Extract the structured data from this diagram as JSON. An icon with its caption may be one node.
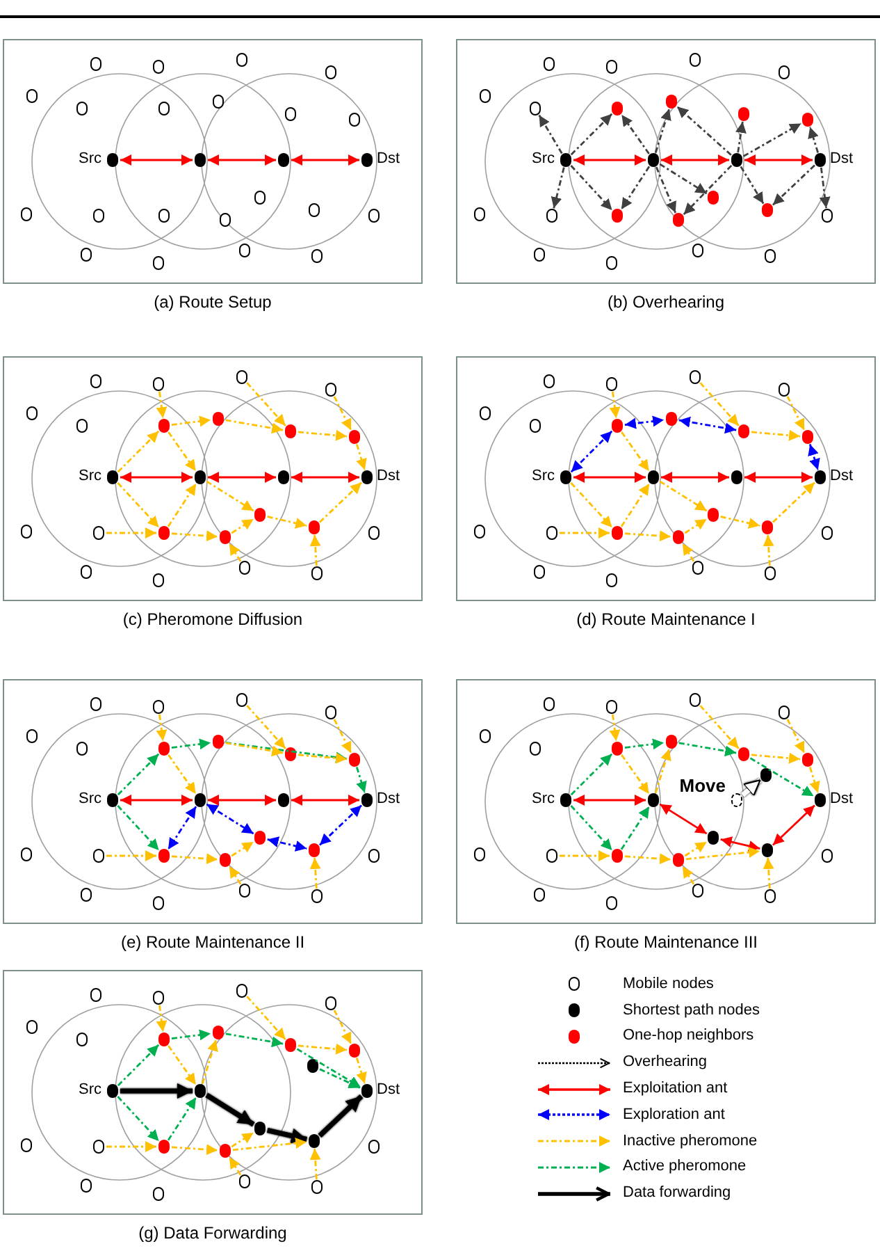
{
  "diagram": {
    "nodes": [
      {
        "text": [],
        "shape": "box",
        "beside": [
          "(a) Route Setup"
        ]
      },
      {
        "text": [],
        "shape": "circle",
        "in": 0,
        "beside": [
          "Src"
        ]
      },
      {
        "text": [],
        "shape": "circle",
        "in": 0
      },
      {
        "text": [],
        "shape": "circle",
        "in": 0
      },
      {
        "text": [],
        "shape": "circle",
        "in": 0,
        "beside": [
          "Dst"
        ]
      },
      {
        "text": [],
        "shape": "circle",
        "in": 0
      },
      {
        "text": [],
        "shape": "circle",
        "in": 0
      },
      {
        "text": [],
        "shape": "circle",
        "in": 0
      },
      {
        "text": [],
        "shape": "circle",
        "in": 0
      },
      {
        "text": [],
        "shape": "circle",
        "in": 0
      },
      {
        "text": [],
        "shape": "circle",
        "in": 0
      },
      {
        "text": [],
        "shape": "circle",
        "in": 0
      },
      {
        "text": [],
        "shape": "circle",
        "in": 0
      },
      {
        "text": [],
        "shape": "circle",
        "in": 0
      },
      {
        "text": [],
        "shape": "circle",
        "in": 0
      },
      {
        "text": [],
        "shape": "circle",
        "in": 0
      },
      {
        "text": [],
        "shape": "circle",
        "in": 0
      },
      {
        "text": [],
        "shape": "circle",
        "in": 0
      },
      {
        "text": [],
        "shape": "circle",
        "in": 0
      },
      {
        "text": [],
        "shape": "circle",
        "in": 0
      },
      {
        "text": [],
        "shape": "circle",
        "in": 0
      },
      {
        "text": [],
        "shape": "circle",
        "in": 0
      },
      {
        "text": [],
        "shape": "circle",
        "in": 0
      },
      {
        "text": [],
        "shape": "circle",
        "in": 0
      },
      {
        "text": [],
        "shape": "circle",
        "in": 0
      },
      {
        "text": [],
        "shape": "circle",
        "in": 0
      },
      {
        "text": [],
        "shape": "box",
        "beside": [
          "(b) Overhearing"
        ]
      },
      {
        "text": [],
        "shape": "circle",
        "in": 26,
        "beside": [
          "Src"
        ]
      },
      {
        "text": [],
        "shape": "circle",
        "in": 26
      },
      {
        "text": [],
        "shape": "circle",
        "in": 26
      },
      {
        "text": [],
        "shape": "circle",
        "in": 26,
        "beside": [
          "Dst"
        ]
      },
      {
        "text": [],
        "shape": "circle",
        "in": 26
      },
      {
        "text": [],
        "shape": "circle",
        "in": 26
      },
      {
        "text": [],
        "shape": "circle",
        "in": 26
      },
      {
        "text": [],
        "shape": "circle",
        "in": 26
      },
      {
        "text": [],
        "shape": "circle",
        "in": 26
      },
      {
        "text": [],
        "shape": "circle",
        "in": 26
      },
      {
        "text": [],
        "shape": "circle",
        "in": 26
      },
      {
        "text": [],
        "shape": "circle",
        "in": 26
      },
      {
        "text": [],
        "shape": "circle",
        "in": 26
      },
      {
        "text": [],
        "shape": "circle",
        "in": 26
      },
      {
        "text": [],
        "shape": "circle",
        "in": 26
      },
      {
        "text": [],
        "shape": "circle",
        "in": 26
      },
      {
        "text": [],
        "shape": "circle",
        "in": 26
      },
      {
        "text": [],
        "shape": "circle",
        "in": 26
      },
      {
        "text": [],
        "shape": "circle",
        "in": 26
      },
      {
        "text": [],
        "shape": "circle",
        "in": 26
      },
      {
        "text": [],
        "shape": "circle",
        "in": 26
      },
      {
        "text": [],
        "shape": "circle",
        "in": 26
      },
      {
        "text": [],
        "shape": "circle",
        "in": 26
      },
      {
        "text": [],
        "shape": "circle",
        "in": 26
      },
      {
        "text": [],
        "shape": "circle",
        "in": 26
      },
      {
        "text": [],
        "shape": "box",
        "beside": [
          "(c) Pheromone Diffusion"
        ]
      },
      {
        "text": [],
        "shape": "circle",
        "in": 52,
        "beside": [
          "Src"
        ]
      },
      {
        "text": [],
        "shape": "circle",
        "in": 52
      },
      {
        "text": [],
        "shape": "circle",
        "in": 52
      },
      {
        "text": [],
        "shape": "circle",
        "in": 52,
        "beside": [
          "Dst"
        ]
      },
      {
        "text": [],
        "shape": "circle",
        "in": 52
      },
      {
        "text": [],
        "shape": "circle",
        "in": 52
      },
      {
        "text": [],
        "shape": "circle",
        "in": 52
      },
      {
        "text": [],
        "shape": "circle",
        "in": 52
      },
      {
        "text": [],
        "shape": "circle",
        "in": 52
      },
      {
        "text": [],
        "shape": "circle",
        "in": 52
      },
      {
        "text": [],
        "shape": "circle",
        "in": 52
      },
      {
        "text": [],
        "shape": "circle",
        "in": 52
      },
      {
        "text": [],
        "shape": "circle",
        "in": 52
      },
      {
        "text": [],
        "shape": "circle",
        "in": 52
      },
      {
        "text": [],
        "shape": "circle",
        "in": 52
      },
      {
        "text": [],
        "shape": "circle",
        "in": 52
      },
      {
        "text": [],
        "shape": "circle",
        "in": 52
      },
      {
        "text": [],
        "shape": "circle",
        "in": 52
      },
      {
        "text": [],
        "shape": "circle",
        "in": 52
      },
      {
        "text": [],
        "shape": "circle",
        "in": 52
      },
      {
        "text": [],
        "shape": "circle",
        "in": 52
      },
      {
        "text": [],
        "shape": "circle",
        "in": 52
      },
      {
        "text": [],
        "shape": "circle",
        "in": 52
      },
      {
        "text": [],
        "shape": "circle",
        "in": 52
      },
      {
        "text": [],
        "shape": "circle",
        "in": 52
      },
      {
        "text": [],
        "shape": "box",
        "beside": [
          "(d) Route Maintenance I"
        ]
      },
      {
        "text": [],
        "shape": "circle",
        "in": 78,
        "beside": [
          "Src"
        ]
      },
      {
        "text": [],
        "shape": "circle",
        "in": 78
      },
      {
        "text": [],
        "shape": "circle",
        "in": 78
      },
      {
        "text": [],
        "shape": "circle",
        "in": 78,
        "beside": [
          "Dst"
        ]
      },
      {
        "text": [],
        "shape": "circle",
        "in": 78
      },
      {
        "text": [],
        "shape": "circle",
        "in": 78
      },
      {
        "text": [],
        "shape": "circle",
        "in": 78
      },
      {
        "text": [],
        "shape": "circle",
        "in": 78
      },
      {
        "text": [],
        "shape": "circle",
        "in": 78
      },
      {
        "text": [],
        "shape": "circle",
        "in": 78
      },
      {
        "text": [],
        "shape": "circle",
        "in": 78
      },
      {
        "text": [],
        "shape": "circle",
        "in": 78
      },
      {
        "text": [],
        "shape": "circle",
        "in": 78
      },
      {
        "text": [],
        "shape": "circle",
        "in": 78
      },
      {
        "text": [],
        "shape": "circle",
        "in": 78
      },
      {
        "text": [],
        "shape": "circle",
        "in": 78
      },
      {
        "text": [],
        "shape": "circle",
        "in": 78
      },
      {
        "text": [],
        "shape": "circle",
        "in": 78
      },
      {
        "text": [],
        "shape": "circle",
        "in": 78
      },
      {
        "text": [],
        "shape": "circle",
        "in": 78
      },
      {
        "text": [],
        "shape": "circle",
        "in": 78
      },
      {
        "text": [],
        "shape": "circle",
        "in": 78
      },
      {
        "text": [],
        "shape": "circle",
        "in": 78
      },
      {
        "text": [],
        "shape": "circle",
        "in": 78
      },
      {
        "text": [],
        "shape": "circle",
        "in": 78
      },
      {
        "text": [],
        "shape": "box",
        "beside": [
          "(e) Route Maintenance II"
        ]
      },
      {
        "text": [],
        "shape": "circle",
        "in": 104,
        "beside": [
          "Src"
        ]
      },
      {
        "text": [],
        "shape": "circle",
        "in": 104
      },
      {
        "text": [],
        "shape": "circle",
        "in": 104
      },
      {
        "text": [],
        "shape": "circle",
        "in": 104,
        "beside": [
          "Dst"
        ]
      },
      {
        "text": [],
        "shape": "circle",
        "in": 104
      },
      {
        "text": [],
        "shape": "circle",
        "in": 104
      },
      {
        "text": [],
        "shape": "circle",
        "in": 104
      },
      {
        "text": [],
        "shape": "circle",
        "in": 104
      },
      {
        "text": [],
        "shape": "circle",
        "in": 104
      },
      {
        "text": [],
        "shape": "circle",
        "in": 104
      },
      {
        "text": [],
        "shape": "circle",
        "in": 104
      },
      {
        "text": [],
        "shape": "circle",
        "in": 104
      },
      {
        "text": [],
        "shape": "circle",
        "in": 104
      },
      {
        "text": [],
        "shape": "circle",
        "in": 104
      },
      {
        "text": [],
        "shape": "circle",
        "in": 104
      },
      {
        "text": [],
        "shape": "circle",
        "in": 104
      },
      {
        "text": [],
        "shape": "circle",
        "in": 104
      },
      {
        "text": [],
        "shape": "circle",
        "in": 104
      },
      {
        "text": [],
        "shape": "circle",
        "in": 104
      },
      {
        "text": [],
        "shape": "circle",
        "in": 104
      },
      {
        "text": [],
        "shape": "circle",
        "in": 104
      },
      {
        "text": [],
        "shape": "circle",
        "in": 104
      },
      {
        "text": [],
        "shape": "circle",
        "in": 104
      },
      {
        "text": [],
        "shape": "circle",
        "in": 104
      },
      {
        "text": [],
        "shape": "circle",
        "in": 104
      },
      {
        "text": [],
        "shape": "box",
        "beside": [
          "(f) Route Maintenance III"
        ]
      },
      {
        "text": [],
        "shape": "circle",
        "in": 130,
        "beside": [
          "Src"
        ]
      },
      {
        "text": [],
        "shape": "circle",
        "in": 130
      },
      {
        "text": [],
        "shape": "circle",
        "in": 130
      },
      {
        "text": [],
        "shape": "circle",
        "in": 130,
        "beside": [
          "Dst"
        ]
      },
      {
        "text": [],
        "shape": "circle",
        "in": 130
      },
      {
        "text": [],
        "shape": "circle",
        "in": 130
      },
      {
        "text": [],
        "shape": "circle",
        "in": 130
      },
      {
        "text": [],
        "shape": "circle",
        "in": 130
      },
      {
        "text": [],
        "shape": "circle",
        "in": 130
      },
      {
        "text": [],
        "shape": "circle",
        "in": 130
      },
      {
        "text": [],
        "shape": "circle",
        "in": 130
      },
      {
        "text": [],
        "shape": "circle",
        "in": 130
      },
      {
        "text": [],
        "shape": "circle",
        "in": 130
      },
      {
        "text": [],
        "shape": "circle",
        "in": 130
      },
      {
        "text": [],
        "shape": "circle",
        "in": 130
      },
      {
        "text": [],
        "shape": "circle",
        "in": 130
      },
      {
        "text": [],
        "shape": "circle",
        "in": 130
      },
      {
        "text": [],
        "shape": "circle",
        "in": 130
      },
      {
        "text": [],
        "shape": "circle",
        "in": 130
      },
      {
        "text": [],
        "shape": "circle",
        "in": 130
      },
      {
        "text": [],
        "shape": "circle",
        "in": 130
      },
      {
        "text": [],
        "shape": "circle",
        "in": 130
      },
      {
        "text": [],
        "shape": "circle",
        "in": 130
      },
      {
        "text": [],
        "shape": "circle",
        "in": 130
      },
      {
        "text": [],
        "shape": "circle",
        "in": 130
      },
      {
        "text": [],
        "shape": "circle",
        "in": 130
      },
      {
        "text": [],
        "shape": "box",
        "beside": [
          "(g) Data Forwarding"
        ]
      },
      {
        "text": [],
        "shape": "circle",
        "in": 157,
        "beside": [
          "Src"
        ]
      },
      {
        "text": [],
        "shape": "circle",
        "in": 157
      },
      {
        "text": [],
        "shape": "circle",
        "in": 157,
        "beside": [
          "Dst"
        ]
      },
      {
        "text": [],
        "shape": "circle",
        "in": 157
      },
      {
        "text": [],
        "shape": "circle",
        "in": 157
      },
      {
        "text": [],
        "shape": "circle",
        "in": 157
      },
      {
        "text": [],
        "shape": "circle",
        "in": 157
      },
      {
        "text": [],
        "shape": "circle",
        "in": 157
      },
      {
        "text": [],
        "shape": "circle",
        "in": 157
      },
      {
        "text": [],
        "shape": "circle",
        "in": 157
      },
      {
        "text": [],
        "shape": "circle",
        "in": 157
      },
      {
        "text": [],
        "shape": "circle",
        "in": 157
      },
      {
        "text": [],
        "shape": "circle",
        "in": 157
      },
      {
        "text": [],
        "shape": "circle",
        "in": 157
      },
      {
        "text": [],
        "shape": "circle",
        "in": 157
      },
      {
        "text": [],
        "shape": "circle",
        "in": 157
      },
      {
        "text": [],
        "shape": "circle",
        "in": 157
      },
      {
        "text": [],
        "shape": "circle",
        "in": 157
      },
      {
        "text": [],
        "shape": "circle",
        "in": 157
      },
      {
        "text": [],
        "shape": "circle",
        "in": 157
      },
      {
        "text": [],
        "shape": "circle",
        "in": 157
      },
      {
        "text": [],
        "shape": "circle",
        "in": 157
      },
      {
        "text": [],
        "shape": "circle",
        "in": 157
      },
      {
        "text": [],
        "shape": "circle",
        "in": 157
      },
      {
        "text": [],
        "shape": "circle",
        "in": 157
      }
    ],
    "edges": [
      {
        "from": 1,
        "to": 2,
        "arrow": "both",
        "color": "#ff0000"
      },
      {
        "from": 2,
        "to": 3,
        "arrow": "both",
        "color": "#ff0000"
      },
      {
        "from": 3,
        "to": 4,
        "arrow": "both",
        "color": "#ff0000"
      },
      {
        "from": 27,
        "to": 28,
        "arrow": "both",
        "color": "#ff0000"
      },
      {
        "from": 28,
        "to": 29,
        "arrow": "both",
        "color": "#ff0000"
      },
      {
        "from": 29,
        "to": 30,
        "arrow": "both",
        "color": "#ff0000"
      },
      {
        "from": 27,
        "to": 36,
        "arrow": "to",
        "style": "dashed",
        "color": "#404040"
      },
      {
        "from": 27,
        "to": 37,
        "arrow": "to",
        "style": "dashed",
        "color": "#404040"
      },
      {
        "from": 27,
        "to": 42,
        "arrow": "to",
        "style": "dashed",
        "color": "#404040"
      },
      {
        "from": 27,
        "to": 43,
        "arrow": "to",
        "style": "dashed",
        "color": "#404040"
      },
      {
        "from": 28,
        "to": 37,
        "arrow": "to",
        "style": "dashed",
        "color": "#404040"
      },
      {
        "from": 28,
        "to": 38,
        "arrow": "to",
        "style": "dashed",
        "color": "#404040"
      },
      {
        "from": 28,
        "to": 43,
        "arrow": "to",
        "style": "dashed",
        "color": "#404040"
      },
      {
        "from": 28,
        "to": 44,
        "arrow": "to",
        "style": "dashed",
        "color": "#404040"
      },
      {
        "from": 28,
        "to": 45,
        "arrow": "to",
        "style": "dashed",
        "color": "#404040"
      },
      {
        "from": 29,
        "to": 38,
        "arrow": "to",
        "style": "dashed",
        "color": "#404040"
      },
      {
        "from": 29,
        "to": 39,
        "arrow": "to",
        "style": "dashed",
        "color": "#404040"
      },
      {
        "from": 29,
        "to": 40,
        "arrow": "to",
        "style": "dashed",
        "color": "#404040"
      },
      {
        "from": 29,
        "to": 44,
        "arrow": "to",
        "style": "dashed",
        "color": "#404040"
      },
      {
        "from": 29,
        "to": 46,
        "arrow": "to",
        "style": "dashed",
        "color": "#404040"
      },
      {
        "from": 30,
        "to": 40,
        "arrow": "to",
        "style": "dashed",
        "color": "#404040"
      },
      {
        "from": 30,
        "to": 47,
        "arrow": "to",
        "style": "dashed",
        "color": "#404040"
      },
      {
        "from": 30,
        "to": 46,
        "arrow": "to",
        "style": "dashed",
        "color": "#404040"
      },
      {
        "from": 53,
        "to": 54,
        "arrow": "both",
        "color": "#ff0000"
      },
      {
        "from": 54,
        "to": 55,
        "arrow": "both",
        "color": "#ff0000"
      },
      {
        "from": 55,
        "to": 56,
        "arrow": "both",
        "color": "#ff0000"
      },
      {
        "from": 58,
        "to": 63,
        "arrow": "to",
        "style": "dashed",
        "color": "#ffc000"
      },
      {
        "from": 53,
        "to": 63,
        "arrow": "to",
        "style": "dashed",
        "color": "#ffc000"
      },
      {
        "from": 53,
        "to": 69,
        "arrow": "to",
        "style": "dashed",
        "color": "#ffc000"
      },
      {
        "from": 68,
        "to": 69,
        "arrow": "to",
        "style": "dashed",
        "color": "#ffc000"
      },
      {
        "from": 63,
        "to": 64,
        "arrow": "to",
        "style": "dashed",
        "color": "#ffc000"
      },
      {
        "from": 63,
        "to": 54,
        "arrow": "to",
        "style": "dashed",
        "color": "#ffc000"
      },
      {
        "from": 69,
        "to": 54,
        "arrow": "to",
        "style": "dashed",
        "color": "#ffc000"
      },
      {
        "from": 64,
        "to": 65,
        "arrow": "to",
        "style": "dashed",
        "color": "#ffc000"
      },
      {
        "from": 59,
        "to": 65,
        "arrow": "to",
        "style": "dashed",
        "color": "#ffc000"
      },
      {
        "from": 65,
        "to": 66,
        "arrow": "to",
        "style": "dashed",
        "color": "#ffc000"
      },
      {
        "from": 60,
        "to": 66,
        "arrow": "to",
        "style": "dashed",
        "color": "#ffc000"
      },
      {
        "from": 66,
        "to": 56,
        "arrow": "to",
        "style": "dashed",
        "color": "#ffc000"
      },
      {
        "from": 54,
        "to": 71,
        "arrow": "to",
        "style": "dashed",
        "color": "#ffc000"
      },
      {
        "from": 69,
        "to": 70,
        "arrow": "to",
        "style": "dashed",
        "color": "#ffc000"
      },
      {
        "from": 70,
        "to": 71,
        "arrow": "to",
        "style": "dashed",
        "color": "#ffc000"
      },
      {
        "from": 71,
        "to": 72,
        "arrow": "to",
        "style": "dashed",
        "color": "#ffc000"
      },
      {
        "from": 76,
        "to": 70,
        "arrow": "to",
        "style": "dashed",
        "color": "#ffc000"
      },
      {
        "from": 77,
        "to": 72,
        "arrow": "to",
        "style": "dashed",
        "color": "#ffc000"
      },
      {
        "from": 72,
        "to": 56,
        "arrow": "to",
        "style": "dashed",
        "color": "#ffc000"
      },
      {
        "from": 79,
        "to": 80,
        "arrow": "both",
        "color": "#ff0000"
      },
      {
        "from": 80,
        "to": 81,
        "arrow": "both",
        "color": "#ff0000"
      },
      {
        "from": 81,
        "to": 82,
        "arrow": "both",
        "color": "#ff0000"
      },
      {
        "from": 79,
        "to": 89,
        "arrow": "both",
        "style": "dashed",
        "color": "#0000ff"
      },
      {
        "from": 89,
        "to": 90,
        "arrow": "both",
        "style": "dashed",
        "color": "#0000ff"
      },
      {
        "from": 90,
        "to": 91,
        "arrow": "both",
        "style": "dashed",
        "color": "#0000ff"
      },
      {
        "from": 92,
        "to": 82,
        "arrow": "both",
        "style": "dashed",
        "color": "#0000ff"
      },
      {
        "from": 84,
        "to": 89,
        "arrow": "to",
        "style": "dashed",
        "color": "#ffc000"
      },
      {
        "from": 79,
        "to": 95,
        "arrow": "to",
        "style": "dashed",
        "color": "#ffc000"
      },
      {
        "from": 94,
        "to": 95,
        "arrow": "to",
        "style": "dashed",
        "color": "#ffc000"
      },
      {
        "from": 89,
        "to": 80,
        "arrow": "to",
        "style": "dashed",
        "color": "#ffc000"
      },
      {
        "from": 95,
        "to": 80,
        "arrow": "to",
        "style": "dashed",
        "color": "#ffc000"
      },
      {
        "from": 85,
        "to": 91,
        "arrow": "to",
        "style": "dashed",
        "color": "#ffc000"
      },
      {
        "from": 91,
        "to": 92,
        "arrow": "to",
        "style": "dashed",
        "color": "#ffc000"
      },
      {
        "from": 86,
        "to": 92,
        "arrow": "to",
        "style": "dashed",
        "color": "#ffc000"
      },
      {
        "from": 80,
        "to": 97,
        "arrow": "to",
        "style": "dashed",
        "color": "#ffc000"
      },
      {
        "from": 95,
        "to": 96,
        "arrow": "to",
        "style": "dashed",
        "color": "#ffc000"
      },
      {
        "from": 96,
        "to": 97,
        "arrow": "to",
        "style": "dashed",
        "color": "#ffc000"
      },
      {
        "from": 97,
        "to": 98,
        "arrow": "to",
        "style": "dashed",
        "color": "#ffc000"
      },
      {
        "from": 102,
        "to": 96,
        "arrow": "to",
        "style": "dashed",
        "color": "#ffc000"
      },
      {
        "from": 103,
        "to": 98,
        "arrow": "to",
        "style": "dashed",
        "color": "#ffc000"
      },
      {
        "from": 98,
        "to": 82,
        "arrow": "to",
        "style": "dashed",
        "color": "#ffc000"
      },
      {
        "from": 105,
        "to": 106,
        "arrow": "both",
        "color": "#ff0000"
      },
      {
        "from": 106,
        "to": 107,
        "arrow": "both",
        "color": "#ff0000"
      },
      {
        "from": 107,
        "to": 108,
        "arrow": "both",
        "color": "#ff0000"
      },
      {
        "from": 105,
        "to": 115,
        "arrow": "to",
        "style": "dashed",
        "color": "#00b050"
      },
      {
        "from": 115,
        "to": 116,
        "arrow": "to",
        "style": "dashed",
        "color": "#00b050"
      },
      {
        "from": 116,
        "to": 118,
        "arrow": "to",
        "style": "dashed",
        "color": "#00b050"
      },
      {
        "from": 118,
        "to": 108,
        "arrow": "to",
        "style": "dashed",
        "color": "#00b050"
      },
      {
        "from": 105,
        "to": 121,
        "arrow": "to",
        "style": "dashed",
        "color": "#00b050"
      },
      {
        "from": 106,
        "to": 121,
        "arrow": "both",
        "style": "dashed",
        "color": "#0000ff"
      },
      {
        "from": 106,
        "to": 123,
        "arrow": "both",
        "style": "dashed",
        "color": "#0000ff"
      },
      {
        "from": 123,
        "to": 124,
        "arrow": "both",
        "style": "dashed",
        "color": "#0000ff"
      },
      {
        "from": 124,
        "to": 108,
        "arrow": "both",
        "style": "dashed",
        "color": "#0000ff"
      },
      {
        "from": 110,
        "to": 115,
        "arrow": "to",
        "style": "dashed",
        "color": "#ffc000"
      },
      {
        "from": 115,
        "to": 106,
        "arrow": "to",
        "style": "dashed",
        "color": "#ffc000"
      },
      {
        "from": 120,
        "to": 121,
        "arrow": "to",
        "style": "dashed",
        "color": "#ffc000"
      },
      {
        "from": 111,
        "to": 117,
        "arrow": "to",
        "style": "dashed",
        "color": "#ffc000"
      },
      {
        "from": 117,
        "to": 118,
        "arrow": "to",
        "style": "dashed",
        "color": "#ffc000"
      },
      {
        "from": 112,
        "to": 118,
        "arrow": "to",
        "style": "dashed",
        "color": "#ffc000"
      },
      {
        "from": 116,
        "to": 117,
        "arrow": "to",
        "style": "dashed",
        "color": "#ffc000"
      },
      {
        "from": 121,
        "to": 122,
        "arrow": "to",
        "style": "dashed",
        "color": "#ffc000"
      },
      {
        "from": 122,
        "to": 123,
        "arrow": "to",
        "style": "dashed",
        "color": "#ffc000"
      },
      {
        "from": 128,
        "to": 122,
        "arrow": "to",
        "style": "dashed",
        "color": "#ffc000"
      },
      {
        "from": 129,
        "to": 124,
        "arrow": "to",
        "style": "dashed",
        "color": "#ffc000"
      },
      {
        "from": 131,
        "to": 132,
        "arrow": "both",
        "color": "#ff0000"
      },
      {
        "from": 132,
        "to": 149,
        "arrow": "both",
        "color": "#ff0000"
      },
      {
        "from": 149,
        "to": 150,
        "arrow": "both",
        "color": "#ff0000"
      },
      {
        "from": 150,
        "to": 134,
        "arrow": "both",
        "color": "#ff0000"
      },
      {
        "from": 131,
        "to": 141,
        "arrow": "to",
        "style": "dashed",
        "color": "#00b050"
      },
      {
        "from": 131,
        "to": 147,
        "arrow": "to",
        "style": "dashed",
        "color": "#00b050"
      },
      {
        "from": 141,
        "to": 142,
        "arrow": "to",
        "style": "dashed",
        "color": "#00b050"
      },
      {
        "from": 147,
        "to": 132,
        "arrow": "to",
        "style": "dashed",
        "color": "#00b050"
      },
      {
        "from": 142,
        "to": 143,
        "arrow": "to",
        "style": "dashed",
        "color": "#00b050"
      },
      {
        "from": 143,
        "to": 134,
        "arrow": "to",
        "style": "dashed",
        "color": "#00b050"
      },
      {
        "from": 136,
        "to": 141,
        "arrow": "to",
        "style": "dashed",
        "color": "#ffc000"
      },
      {
        "from": 141,
        "to": 132,
        "arrow": "to",
        "style": "dashed",
        "color": "#ffc000"
      },
      {
        "from": 146,
        "to": 147,
        "arrow": "to",
        "style": "dashed",
        "color": "#ffc000"
      },
      {
        "from": 147,
        "to": 148,
        "arrow": "to",
        "style": "dashed",
        "color": "#ffc000"
      },
      {
        "from": 148,
        "to": 149,
        "arrow": "to",
        "style": "dashed",
        "color": "#ffc000"
      },
      {
        "from": 132,
        "to": 142,
        "arrow": "to",
        "style": "dashed",
        "color": "#ffc000"
      },
      {
        "from": 137,
        "to": 143,
        "arrow": "to",
        "style": "dashed",
        "color": "#ffc000"
      },
      {
        "from": 143,
        "to": 144,
        "arrow": "to",
        "style": "dashed",
        "color": "#ffc000"
      },
      {
        "from": 138,
        "to": 144,
        "arrow": "to",
        "style": "dashed",
        "color": "#ffc000"
      },
      {
        "from": 144,
        "to": 134,
        "arrow": "to",
        "style": "dashed",
        "color": "#ffc000"
      },
      {
        "from": 154,
        "to": 148,
        "arrow": "to",
        "style": "dashed",
        "color": "#ffc000"
      },
      {
        "from": 155,
        "to": 150,
        "arrow": "to",
        "style": "dashed",
        "color": "#ffc000"
      },
      {
        "from": 148,
        "to": 150,
        "arrow": "to",
        "style": "dashed",
        "color": "#ffc000"
      },
      {
        "from": 133,
        "to": 156,
        "arrow": "to",
        "label": "Move",
        "style": "thick",
        "color": "#ffffff"
      },
      {
        "from": 158,
        "to": 159,
        "arrow": "to",
        "style": "thick",
        "color": "#000000"
      },
      {
        "from": 159,
        "to": 175,
        "arrow": "to",
        "style": "thick",
        "color": "#000000"
      },
      {
        "from": 175,
        "to": 176,
        "arrow": "to",
        "style": "thick",
        "color": "#000000"
      },
      {
        "from": 176,
        "to": 160,
        "arrow": "to",
        "style": "thick",
        "color": "#000000"
      },
      {
        "from": 158,
        "to": 167,
        "arrow": "to",
        "style": "dashed",
        "color": "#00b050"
      },
      {
        "from": 158,
        "to": 173,
        "arrow": "to",
        "style": "dashed",
        "color": "#00b050"
      },
      {
        "from": 173,
        "to": 159,
        "arrow": "to",
        "style": "dashed",
        "color": "#00b050"
      },
      {
        "from": 167,
        "to": 168,
        "arrow": "to",
        "style": "dashed",
        "color": "#00b050"
      },
      {
        "from": 168,
        "to": 169,
        "arrow": "to",
        "style": "dashed",
        "color": "#00b050"
      },
      {
        "from": 169,
        "to": 160,
        "arrow": "to",
        "style": "dashed",
        "color": "#00b050"
      },
      {
        "from": 182,
        "to": 160,
        "arrow": "to",
        "style": "dashed",
        "color": "#00b050"
      },
      {
        "from": 162,
        "to": 167,
        "arrow": "to",
        "style": "dashed",
        "color": "#ffc000"
      },
      {
        "from": 167,
        "to": 159,
        "arrow": "to",
        "style": "dashed",
        "color": "#ffc000"
      },
      {
        "from": 172,
        "to": 173,
        "arrow": "to",
        "style": "dashed",
        "color": "#ffc000"
      },
      {
        "from": 173,
        "to": 174,
        "arrow": "to",
        "style": "dashed",
        "color": "#ffc000"
      },
      {
        "from": 174,
        "to": 175,
        "arrow": "to",
        "style": "dashed",
        "color": "#ffc000"
      },
      {
        "from": 174,
        "to": 176,
        "arrow": "to",
        "style": "dashed",
        "color": "#ffc000"
      },
      {
        "from": 159,
        "to": 168,
        "arrow": "to",
        "style": "dashed",
        "color": "#ffc000"
      },
      {
        "from": 163,
        "to": 169,
        "arrow": "to",
        "style": "dashed",
        "color": "#ffc000"
      },
      {
        "from": 169,
        "to": 170,
        "arrow": "to",
        "style": "dashed",
        "color": "#ffc000"
      },
      {
        "from": 164,
        "to": 170,
        "arrow": "to",
        "style": "dashed",
        "color": "#ffc000"
      },
      {
        "from": 170,
        "to": 160,
        "arrow": "to",
        "style": "dashed",
        "color": "#ffc000"
      },
      {
        "from": 180,
        "to": 174,
        "arrow": "to",
        "style": "dashed",
        "color": "#ffc000"
      },
      {
        "from": 181,
        "to": 176,
        "arrow": "to",
        "style": "dashed",
        "color": "#ffc000"
      }
    ],
    "legend": [
      {
        "text": "Mobile nodes"
      },
      {
        "text": "Shortest path nodes",
        "color": "#000000"
      },
      {
        "text": "One-hop neighbors",
        "color": "#ff0000"
      },
      {
        "text": "Overhearing"
      },
      {
        "text": "Exploitation ant"
      },
      {
        "text": "Exploration ant"
      },
      {
        "text": "Inactive pheromone"
      },
      {
        "text": "Active pheromone"
      },
      {
        "text": "Data forwarding"
      }
    ]
  }
}
